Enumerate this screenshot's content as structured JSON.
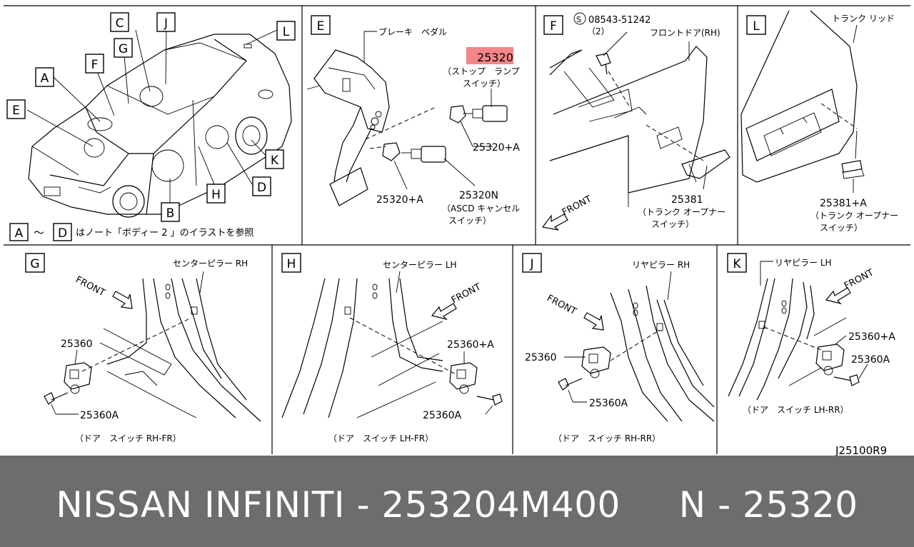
{
  "footer": {
    "text": "NISSAN INFINITI - 253204M400     N - 25320"
  },
  "diagram_id": "J25100R9",
  "legend": {
    "from": "A",
    "tilde": "〜",
    "to": "D",
    "note": "はノート「ボディー 2 」のイラストを参照"
  },
  "section_letters": {
    "A": "A",
    "B": "B",
    "C": "C",
    "D": "D",
    "E": "E",
    "F": "F",
    "G": "G",
    "H": "H",
    "J": "J",
    "K": "K",
    "L": "L"
  },
  "highlight_color": "#f4858a",
  "panel_e": {
    "brake_pedal": "ブレーキ　ペダル",
    "part_25320": "25320",
    "stop_lamp_1": "（ストップ　ランプ",
    "stop_lamp_2": "スイッチ）",
    "part_25320a_right": "25320+A",
    "part_25320a_left": "25320+A",
    "part_25320n": "25320N",
    "ascd_1": "（ASCD キャンセル",
    "ascd_2": "スイッチ）"
  },
  "panel_f": {
    "screw_part": "08543-51242",
    "screw_qty": "（2）",
    "front_door": "フロントドア(RH)",
    "part_25381": "25381",
    "opener_1": "（トランク オープナー",
    "opener_2": "スイッチ）",
    "front": "FRONT"
  },
  "panel_l": {
    "trunk_lid": "トランク リッド",
    "part_25381a": "25381+A",
    "opener_1": "（トランク オープナー",
    "opener_2": "スイッチ）"
  },
  "panel_g": {
    "pillar": "センターピラー RH",
    "front": "FRONT",
    "part_25360": "25360",
    "part_25360a": "25360A",
    "caption": "（ドア　スイッチ RH-FR）"
  },
  "panel_h": {
    "pillar": "センターピラー LH",
    "front": "FRONT",
    "part_25360a_plus": "25360+A",
    "part_25360a": "25360A",
    "caption": "（ドア　スイッチ LH-FR）"
  },
  "panel_j": {
    "pillar": "リヤピラー RH",
    "front": "FRONT",
    "part_25360": "25360",
    "part_25360a": "25360A",
    "caption": "（ドア　スイッチ RH-RR）"
  },
  "panel_k": {
    "pillar": "リヤピラー LH",
    "front": "FRONT",
    "part_25360a_plus": "25360+A",
    "part_25360a": "25360A",
    "caption": "（ドア　スイッチ LH-RR）"
  }
}
